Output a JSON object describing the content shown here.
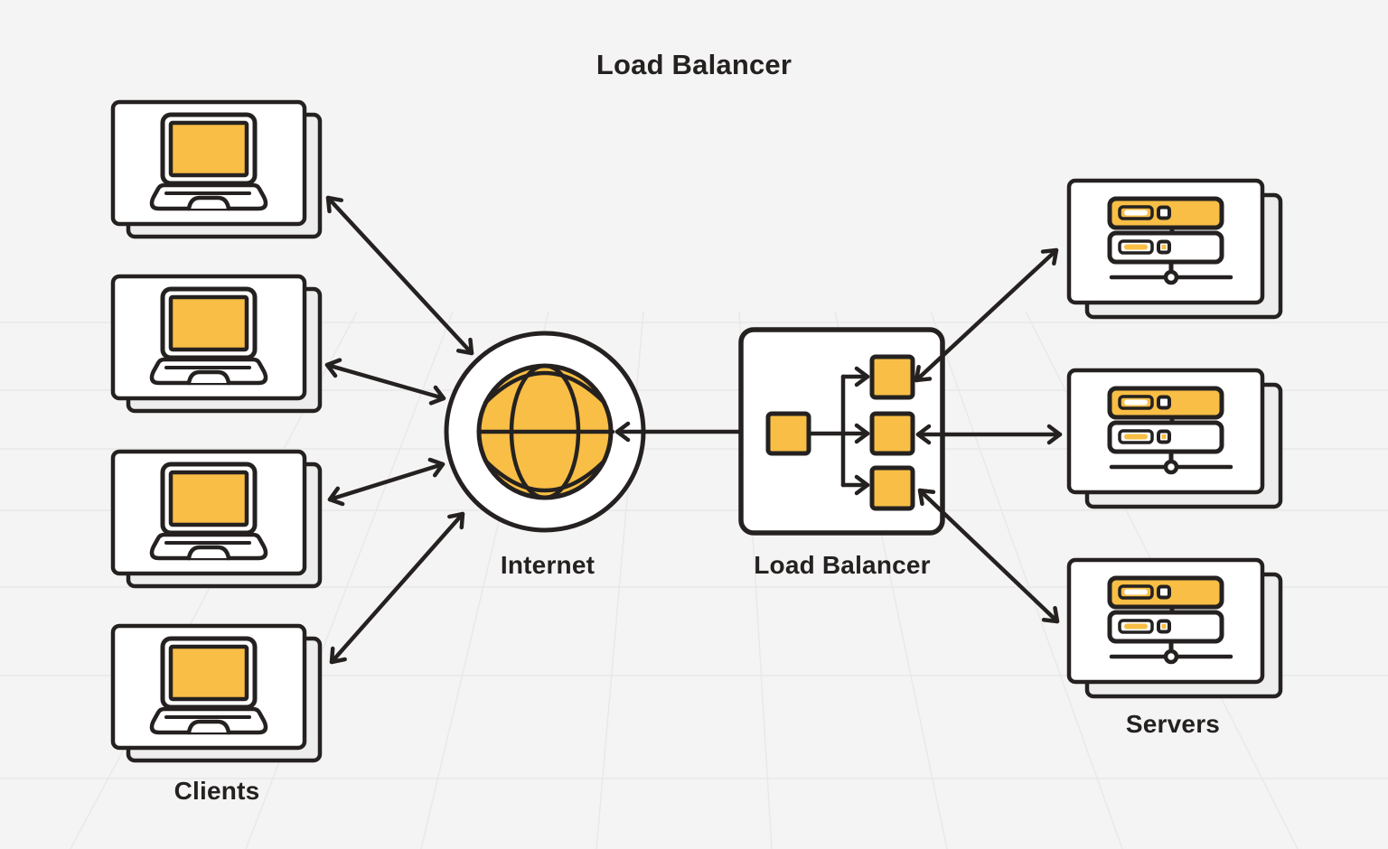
{
  "title": "Load Balancer",
  "labels": {
    "clients": "Clients",
    "internet": "Internet",
    "load_balancer": "Load Balancer",
    "servers": "Servers"
  },
  "nodes": {
    "clients": {
      "label": "Clients",
      "count": 4,
      "icon": "laptop-icon"
    },
    "internet": {
      "label": "Internet",
      "icon": "globe-icon"
    },
    "load_balancer": {
      "label": "Load Balancer",
      "icon": "load-balancer-box",
      "input_squares": 1,
      "output_squares": 3
    },
    "servers": {
      "label": "Servers",
      "count": 3,
      "icon": "server-icon"
    }
  },
  "edges": [
    {
      "from": "client-1",
      "to": "internet",
      "direction": "bidirectional"
    },
    {
      "from": "client-2",
      "to": "internet",
      "direction": "bidirectional"
    },
    {
      "from": "client-3",
      "to": "internet",
      "direction": "bidirectional"
    },
    {
      "from": "client-4",
      "to": "internet",
      "direction": "bidirectional"
    },
    {
      "from": "internet",
      "to": "load-balancer",
      "direction": "bidirectional"
    },
    {
      "from": "load-balancer",
      "to": "server-1",
      "direction": "bidirectional"
    },
    {
      "from": "load-balancer",
      "to": "server-2",
      "direction": "bidirectional"
    },
    {
      "from": "load-balancer",
      "to": "server-3",
      "direction": "bidirectional"
    }
  ],
  "colors": {
    "accent": "#F8BE45",
    "stroke": "#242120",
    "card_fill": "#FFFFFF",
    "card_back_fill": "#EDEDED",
    "background": "#F5F4F4",
    "grid_line": "#E9E8E8"
  }
}
